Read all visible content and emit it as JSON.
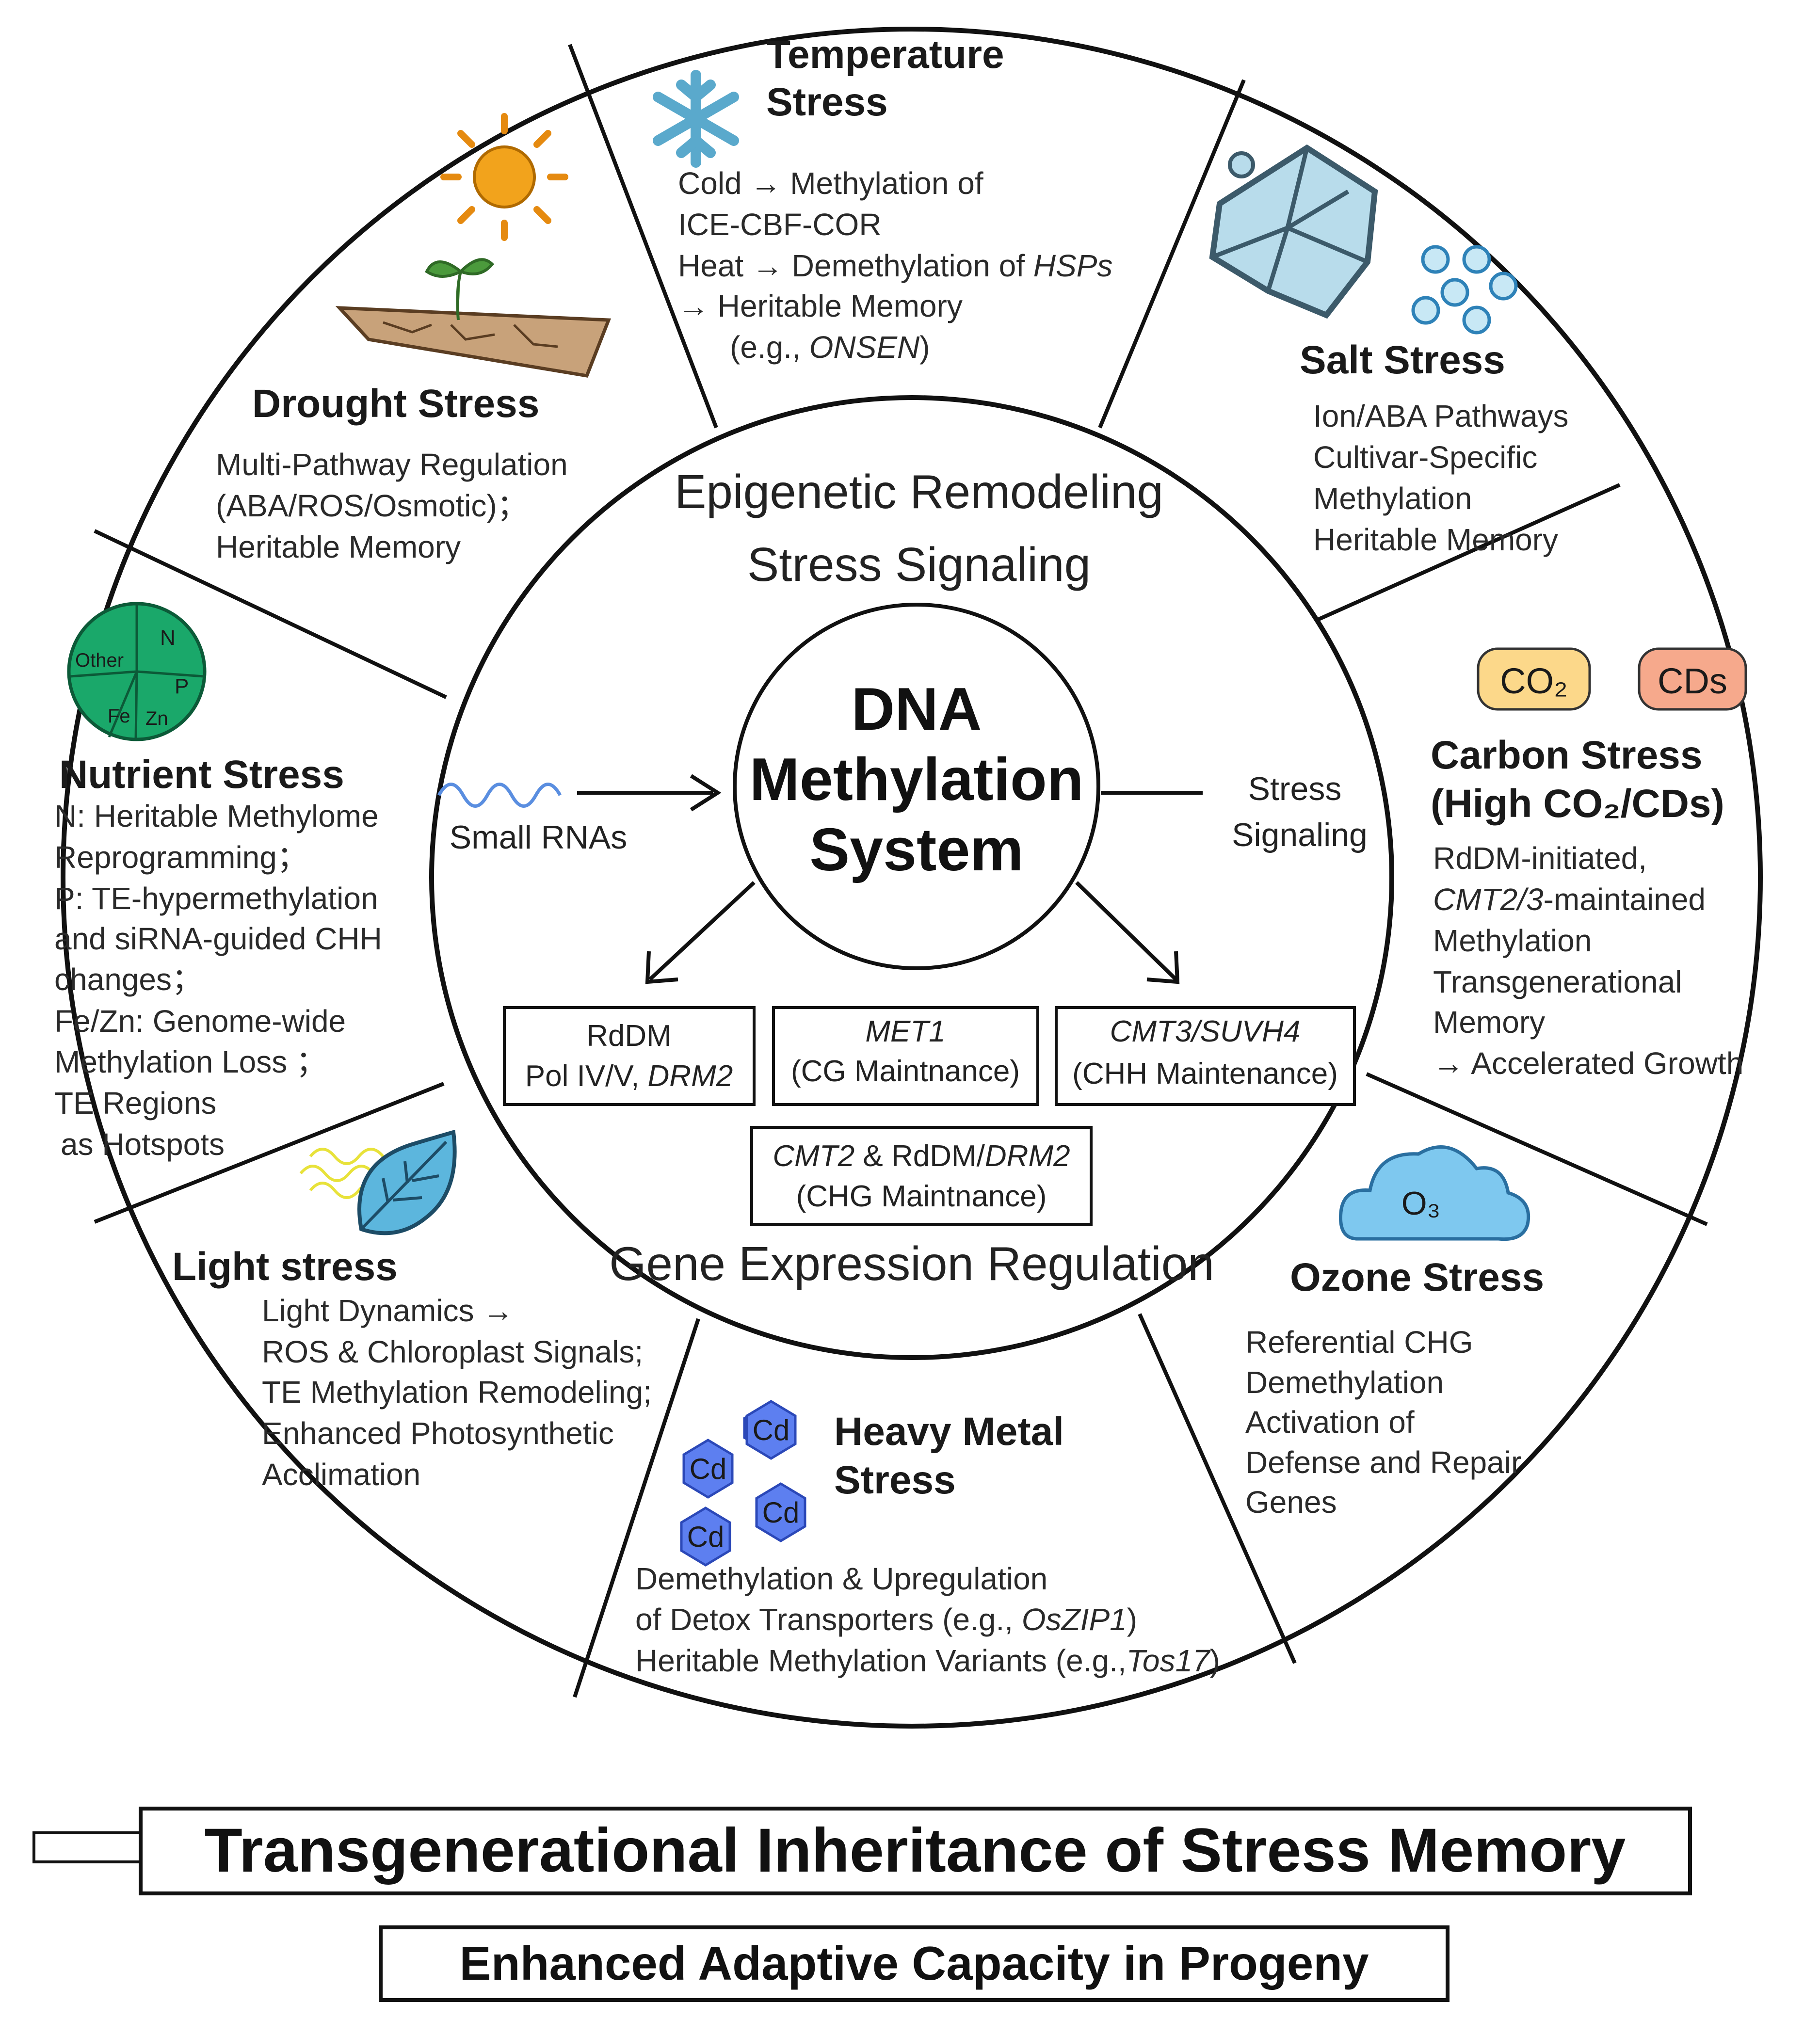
{
  "center": {
    "line1": "DNA",
    "line2": "Methylation",
    "line3": "System"
  },
  "ring": {
    "top_line1": "Epigenetic Remodeling",
    "top_line2": "Stress Signaling",
    "bottom": "Gene Expression Regulation"
  },
  "inputs": {
    "small_rnas": "Small RNAs",
    "stress_signaling_1": "Stress",
    "stress_signaling_2": "Signaling"
  },
  "pathways": {
    "rddm_1": "RdDM",
    "rddm_2a": "Pol IV/V, ",
    "rddm_2b": "DRM2",
    "met1_1": "MET1",
    "met1_2": "(CG Maintnance)",
    "cmt3_1": "CMT3/SUVH4",
    "cmt3_2": "(CHH Maintenance)",
    "cmt2_1a": "CMT2",
    "cmt2_1b": " & RdDM/",
    "cmt2_1c": "DRM2",
    "cmt2_2": "(CHG Maintnance)"
  },
  "temperature": {
    "title1": "Temperature",
    "title2": "Stress",
    "l1": "Cold → Methylation of",
    "l2": "ICE-CBF-COR",
    "l3a": "Heat → Demethylation of ",
    "l3b": "HSPs",
    "l4": "→ Heritable Memory",
    "l5a": "(e.g., ",
    "l5b": "ONSEN",
    "l5c": ")"
  },
  "salt": {
    "title": "Salt Stress",
    "l1": "Ion/ABA Pathways",
    "l2": "Cultivar-Specific",
    "l3": "Methylation",
    "l4": "Heritable Memory"
  },
  "carbon": {
    "badge1": "CO₂",
    "badge2": "CDs",
    "title1": "Carbon Stress",
    "title2": "(High CO₂/CDs)",
    "l1": "RdDM-initiated,",
    "l2a": "CMT2/3",
    "l2b": "-maintained",
    "l3": "Methylation",
    "l4": "Transgenerational",
    "l5": "Memory",
    "l6": "→ Accelerated Growth"
  },
  "ozone": {
    "badge": "O₃",
    "title": "Ozone Stress",
    "l1": "Referential CHG",
    "l2": "Demethylation",
    "l3": " Activation of",
    "l4": "Defense and Repair",
    "l5": "Genes"
  },
  "heavy_metal": {
    "cd": "Cd",
    "title1": "Heavy Metal",
    "title2": "Stress",
    "l1": "Demethylation & Upregulation",
    "l2a": "of Detox Transporters (e.g., ",
    "l2b": "OsZIP1",
    "l2c": ")",
    "l3a": "Heritable Methylation Variants (e.g.,",
    "l3b": "Tos17",
    "l3c": ")"
  },
  "light": {
    "title": "Light stress",
    "l1": "Light Dynamics →",
    "l2": "ROS & Chloroplast Signals;",
    "l3": "TE Methylation Remodeling;",
    "l4": "Enhanced Photosynthetic",
    "l5": "Acclimation"
  },
  "nutrient": {
    "pie_n": "N",
    "pie_p": "P",
    "pie_other": "Other",
    "pie_fe": "Fe",
    "pie_zn": "Zn",
    "title": "Nutrient Stress",
    "l1": "N: Heritable Methylome",
    "l2": "Reprogramming；",
    "l3": "P: TE-hypermethylation",
    "l4": "and siRNA-guided CHH",
    "l5": "changes；",
    "l6": "Fe/Zn: Genome-wide",
    "l7": "Methylation Loss ；",
    "l8": "TE Regions",
    "l9": "as Hotspots"
  },
  "drought": {
    "title": "Drought Stress",
    "l1": "Multi-Pathway Regulation",
    "l2": "(ABA/ROS/Osmotic)；",
    "l3": "Heritable Memory"
  },
  "banners": {
    "main": "Transgenerational Inheritance of Stress Memory",
    "sub": "Enhanced Adaptive Capacity in Progeny"
  },
  "colors": {
    "pie_green": "#1aa86a",
    "co2_fill": "#fcd88a",
    "cds_fill": "#f6a98c",
    "ozone_cloud": "#7ec8ef",
    "cd_hex": "#5d7ff0",
    "snowflake": "#6fb9d8",
    "salt_crystal": "#b8dceb",
    "sun": "#f2a31c",
    "leaf": "#5cb6dd"
  }
}
